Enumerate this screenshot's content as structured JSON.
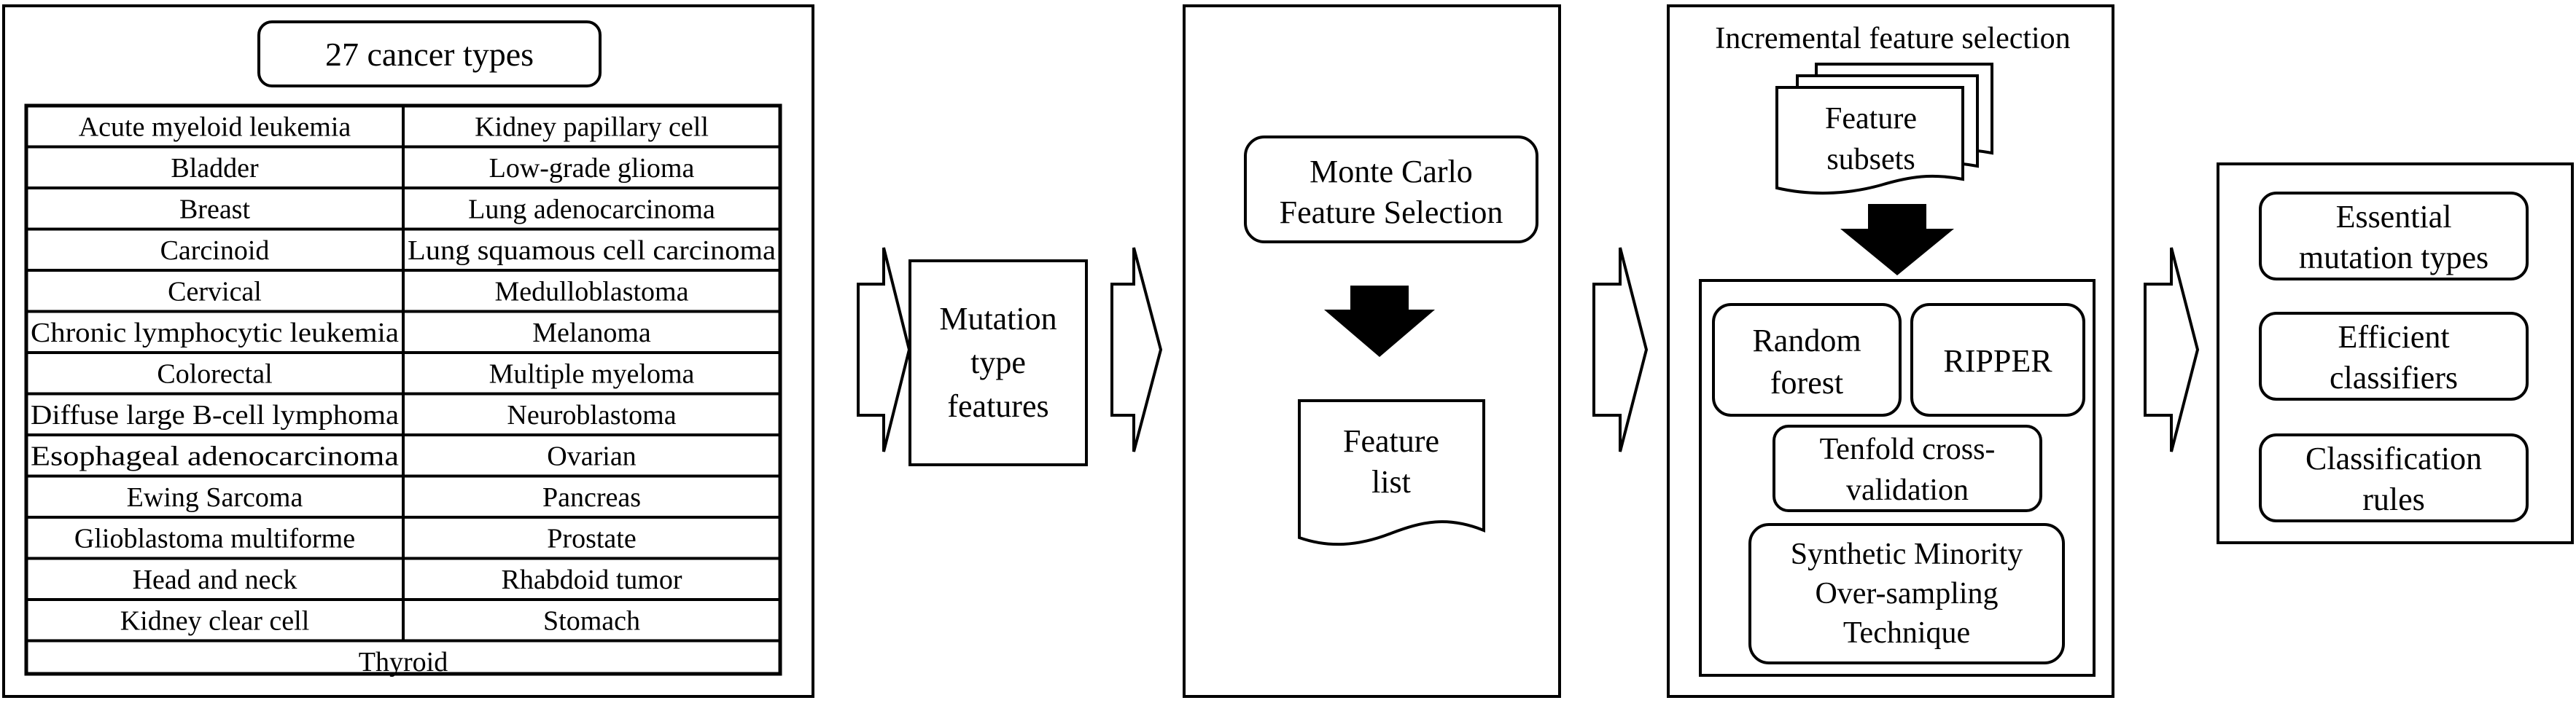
{
  "cancer_panel": {
    "title": "27 cancer types",
    "rows": [
      [
        "Acute myeloid leukemia",
        "Kidney papillary cell"
      ],
      [
        "Bladder",
        "Low-grade glioma"
      ],
      [
        "Breast",
        "Lung adenocarcinoma"
      ],
      [
        "Carcinoid",
        "Lung squamous cell carcinoma"
      ],
      [
        "Cervical",
        "Medulloblastoma"
      ],
      [
        "Chronic lymphocytic leukemia",
        "Melanoma"
      ],
      [
        "Colorectal",
        "Multiple myeloma"
      ],
      [
        "Diffuse large B-cell lymphoma",
        "Neuroblastoma"
      ],
      [
        "Esophageal adenocarcinoma",
        "Ovarian"
      ],
      [
        "Ewing Sarcoma",
        "Pancreas"
      ],
      [
        "Glioblastoma multiforme",
        "Prostate"
      ],
      [
        "Head and neck",
        "Rhabdoid tumor"
      ],
      [
        "Kidney clear cell",
        "Stomach"
      ]
    ],
    "last_row": "Thyroid"
  },
  "mutation_features": {
    "lines": [
      "Mutation",
      "type",
      "features"
    ]
  },
  "mcfs_panel": {
    "method_lines": [
      "Monte Carlo",
      "Feature Selection"
    ],
    "list_lines": [
      "Feature",
      "list"
    ]
  },
  "ifs_panel": {
    "title": "Incremental feature selection",
    "subsets_lines": [
      "Feature",
      "subsets"
    ],
    "random_forest_lines": [
      "Random",
      "forest"
    ],
    "ripper": "RIPPER",
    "cv_lines": [
      "Tenfold cross-",
      "validation"
    ],
    "smote_lines": [
      "Synthetic Minority",
      "Over-sampling",
      "Technique"
    ]
  },
  "results_panel": {
    "items": [
      [
        "Essential",
        "mutation types"
      ],
      [
        "Efficient",
        "classifiers"
      ],
      [
        "Classification",
        "rules"
      ]
    ]
  }
}
